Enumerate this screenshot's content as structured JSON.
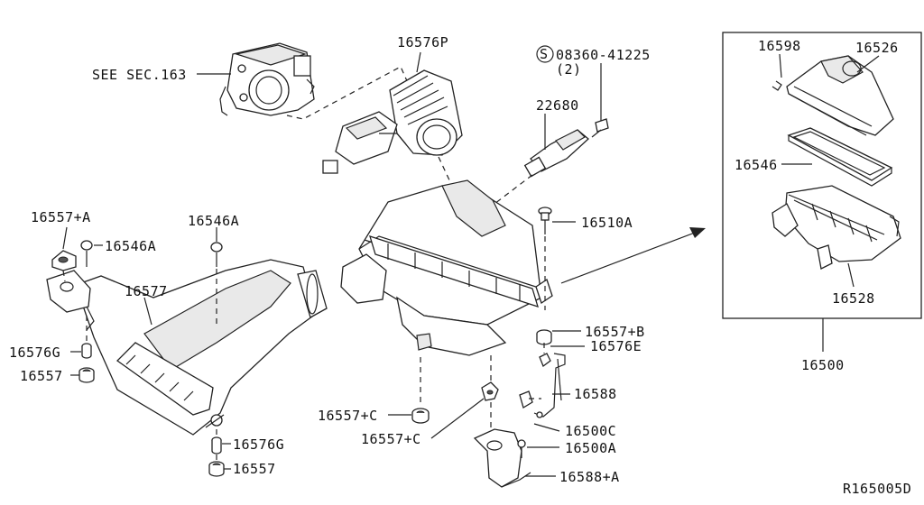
{
  "labels": {
    "see_sec": "SEE SEC.163",
    "p16576P": "16576P",
    "bolt_spec": "08360-41225",
    "bolt_qty": "(2)",
    "p22680": "22680",
    "p16557A": "16557+A",
    "p16546A_left": "16546A",
    "p16546A_mid": "16546A",
    "p16577": "16577",
    "p16576G_a": "16576G",
    "p16557_a": "16557",
    "p16576G_b": "16576G",
    "p16557_b": "16557",
    "p16510A": "16510A",
    "p16557B": "16557+B",
    "p16576E": "16576E",
    "p16588": "16588",
    "p16500C": "16500C",
    "p16557C_a": "16557+C",
    "p16557C_b": "16557+C",
    "p16500A": "16500A",
    "p16588A": "16588+A",
    "p16598": "16598",
    "p16526": "16526",
    "p16546": "16546",
    "p16528": "16528",
    "p16500": "16500",
    "figure_id": "R165005D",
    "s_marker": "S"
  },
  "colors": {
    "line": "#222222",
    "background": "#ffffff",
    "shade": "#e9e9e9"
  }
}
